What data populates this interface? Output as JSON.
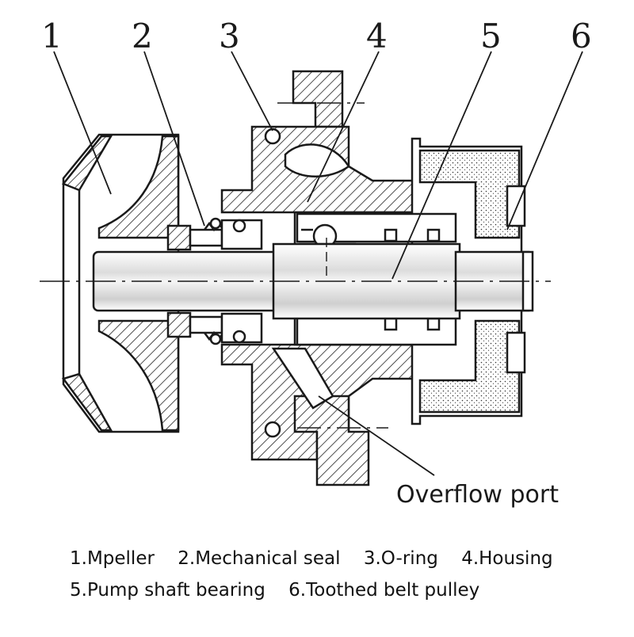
{
  "callouts": {
    "n1": "1",
    "n2": "2",
    "n3": "3",
    "n4": "4",
    "n5": "5",
    "n6": "6",
    "overflow": "Overflow port"
  },
  "legend": {
    "row1": [
      "1.Mpeller",
      "2.Mechanical seal",
      "3.O-ring",
      "4.Housing"
    ],
    "row2": [
      "5.Pump shaft bearing",
      "6.Toothed belt pulley"
    ]
  },
  "colors": {
    "ink": "#1a1a1a",
    "paper": "#ffffff"
  }
}
